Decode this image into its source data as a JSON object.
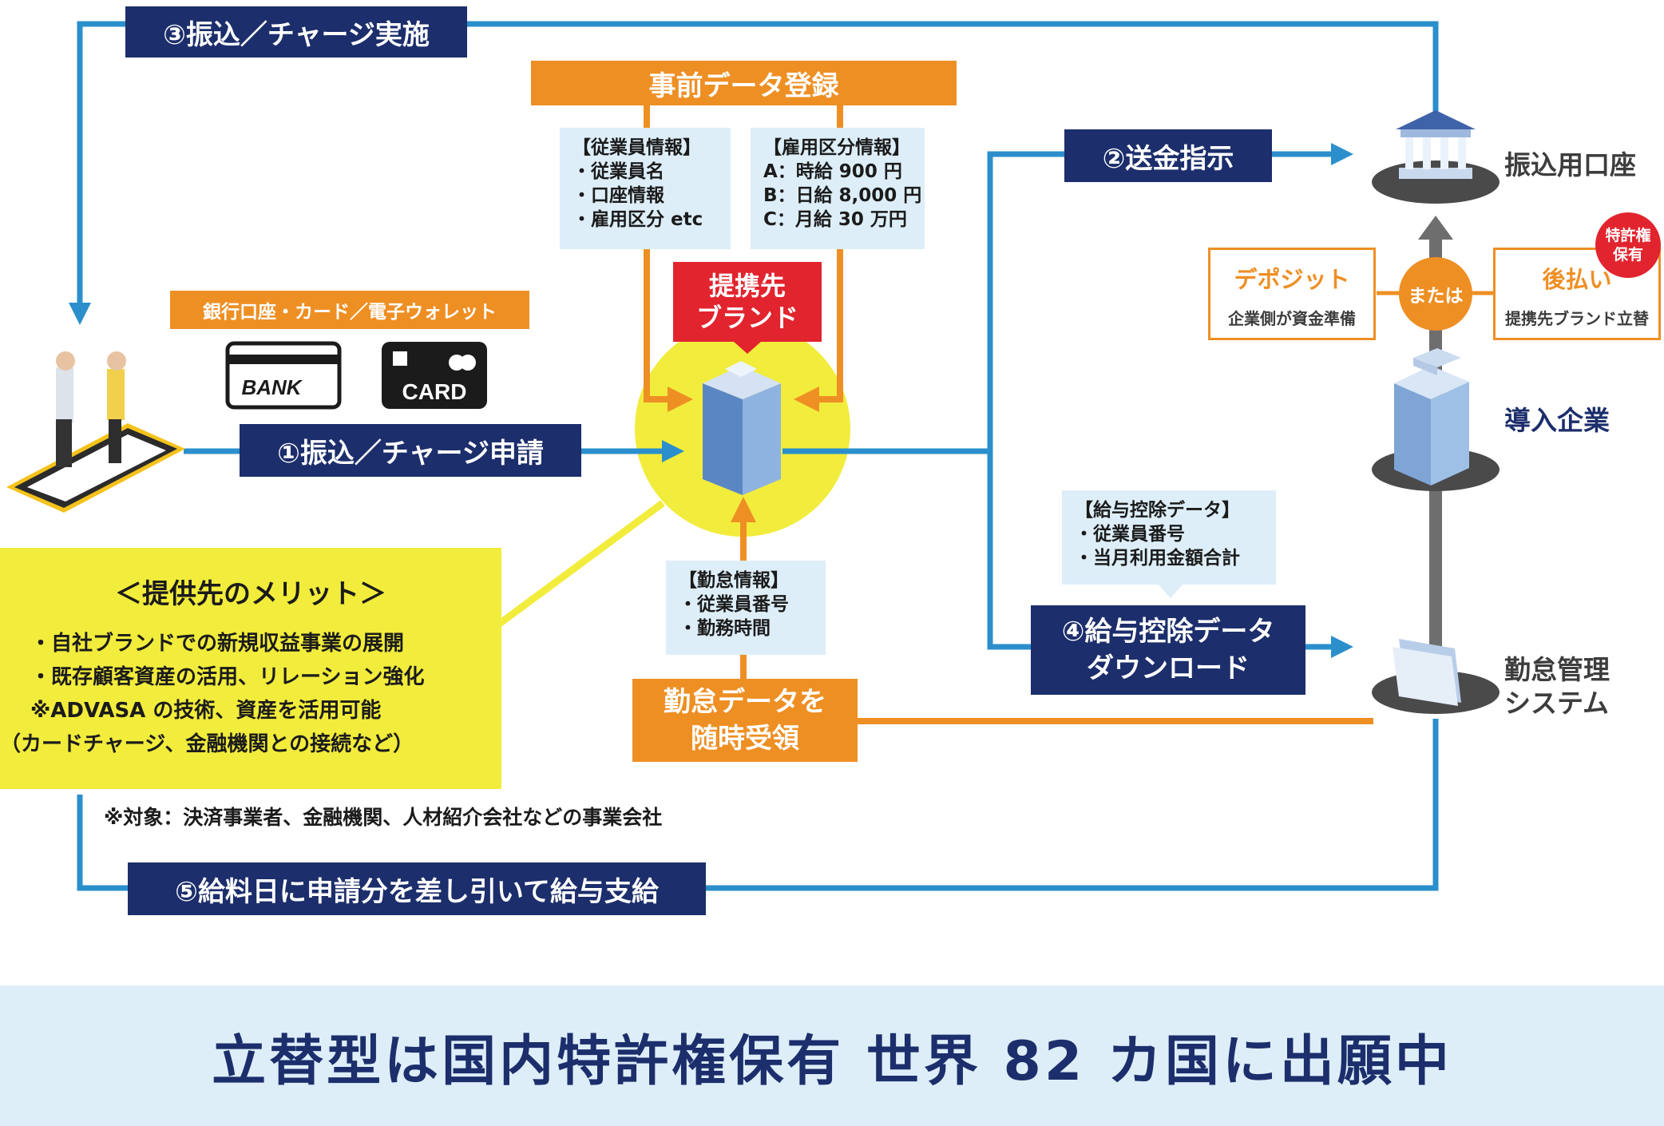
{
  "steps": {
    "step1": "①振込／チャージ申請",
    "step2": "②送金指示",
    "step3": "③振込／チャージ実施",
    "step4_line1": "④給与控除データ",
    "step4_line2": "ダウンロード",
    "step5": "⑤給料日に申請分を差し引いて給与支給"
  },
  "pre_registration": {
    "title": "事前データ登録",
    "employee_info": [
      "【従業員情報】",
      "・従業員名",
      "・口座情報",
      "・雇用区分 etc"
    ],
    "employment_info": [
      "【雇用区分情報】",
      "A：時給 900 円",
      "B：日給 8,000 円",
      "C：月給 30 万円"
    ]
  },
  "partner_brand": {
    "line1": "提携先",
    "line2": "ブランド"
  },
  "payment_methods": {
    "label": "銀行口座・カード／電子ウォレット",
    "bank_card": "BANK",
    "credit_card": "CARD"
  },
  "bank_account": "振込用口座",
  "options": {
    "deposit_title": "デポジット",
    "deposit_desc": "企業側が資金準備",
    "or": "または",
    "postpay_title": "後払い",
    "postpay_desc": "提携先ブランド立替",
    "patent_line1": "特許権",
    "patent_line2": "保有"
  },
  "company": "導入企業",
  "attendance_system": {
    "line1": "勤怠管理",
    "line2": "システム"
  },
  "deduction_data": [
    "【給与控除データ】",
    "・従業員番号",
    "・当月利用金額合計"
  ],
  "attendance_info": [
    "【勤怠情報】",
    "・従業員番号",
    "・勤務時間"
  ],
  "attendance_receive": {
    "line1": "勤怠データを",
    "line2": "随時受領"
  },
  "merit": {
    "title": "＜提供先のメリット＞",
    "items": [
      "・自社ブランドでの新規収益事業の展開",
      "・既存顧客資産の活用、リレーション強化",
      "※ADVASA の技術、資産を活用可能",
      "（カードチャージ、金融機関との接続など）"
    ]
  },
  "target_note": "※対象：決済事業者、金融機関、人材紹介会社などの事業会社",
  "banner": "立替型は国内特許権保有 世界 82 カ国に出願中",
  "colors": {
    "navy": "#1c2e6b",
    "blue_line": "#2b8fcc",
    "orange": "#ee8f24",
    "yellow": "#f2ec3c",
    "red": "#e1242e",
    "gray": "#6e6e6e",
    "light_blue": "#ddeef8"
  }
}
